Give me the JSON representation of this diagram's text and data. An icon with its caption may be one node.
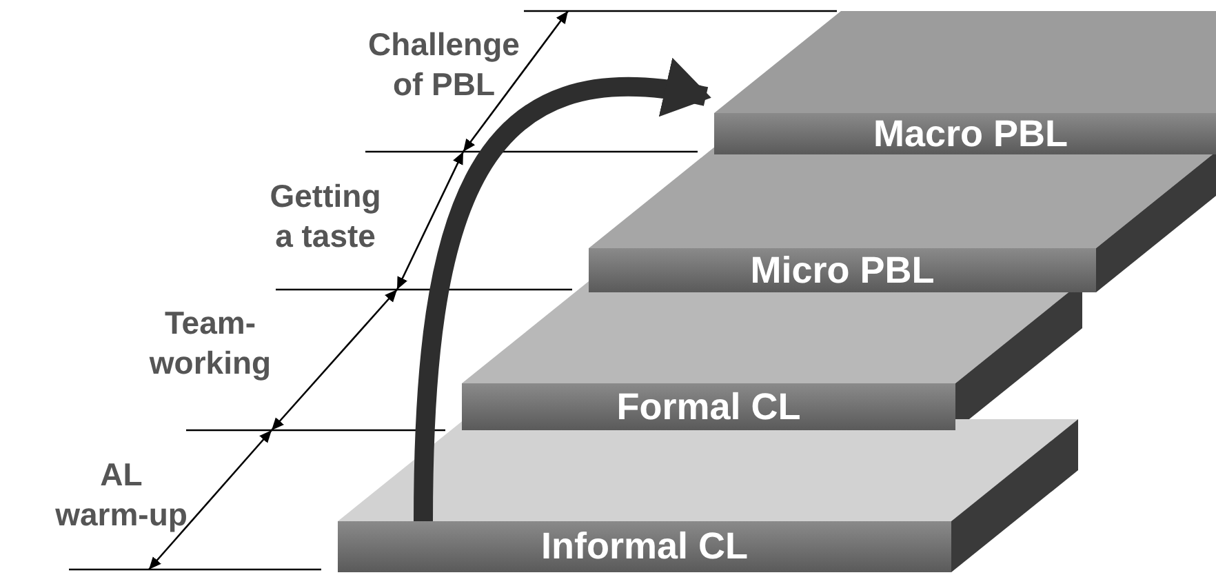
{
  "diagram": {
    "nodes": [
      {
        "text": [
          "Macro PBL"
        ]
      },
      {
        "text": [
          "Micro PBL"
        ]
      },
      {
        "text": [
          "Formal CL"
        ]
      },
      {
        "text": [
          "Informal CL"
        ]
      }
    ],
    "edges": [
      {
        "from": 3,
        "to": 0,
        "arrow": "to"
      }
    ],
    "labels": [
      "Challenge of PBL",
      "Getting a taste",
      "Team-working",
      "AL warm-up"
    ]
  }
}
